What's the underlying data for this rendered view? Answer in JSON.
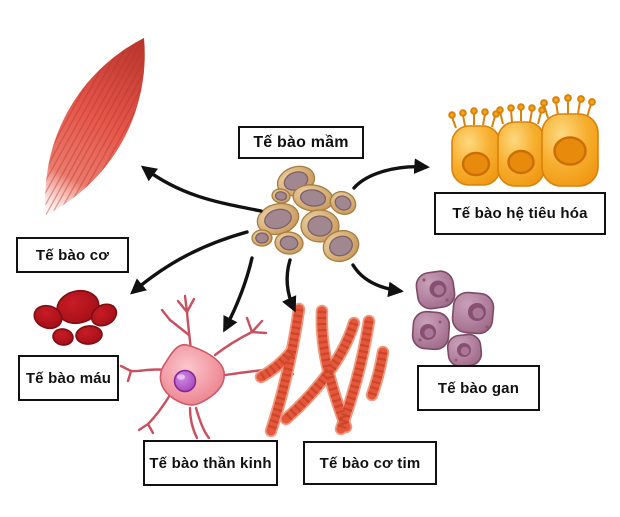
{
  "figure": {
    "type": "cell-differentiation-diagram",
    "center": {
      "id": "stem",
      "label": "Tế bào mầm"
    },
    "branches": [
      {
        "id": "muscle",
        "label": "Tế bào cơ"
      },
      {
        "id": "digestive",
        "label": "Tế bào hệ tiêu hóa"
      },
      {
        "id": "blood",
        "label": "Tế bào máu"
      },
      {
        "id": "nerve",
        "label": "Tế bào thần kinh"
      },
      {
        "id": "cardiac",
        "label": "Tế bào cơ tim"
      },
      {
        "id": "liver",
        "label": "Tế bào gan"
      }
    ],
    "edges": [
      [
        "Tế bào mầm",
        "Tế bào cơ"
      ],
      [
        "Tế bào mầm",
        "Tế bào hệ tiêu hóa"
      ],
      [
        "Tế bào mầm",
        "Tế bào máu"
      ],
      [
        "Tế bào mầm",
        "Tế bào thần kinh"
      ],
      [
        "Tế bào mầm",
        "Tế bào cơ tim"
      ],
      [
        "Tế bào mầm",
        "Tế bào gan"
      ]
    ],
    "colors": {
      "background": "#ffffff",
      "label_border": "#111111",
      "arrow": "#111111",
      "stem_cell_body": "#d4ab72",
      "stem_cell_nucleus": "#a18890",
      "muscle_fiber": "#e35045",
      "digestive_cell": "#f7ae2e",
      "blood_cell": "#b4131c",
      "neuron_body": "#f29aa4",
      "neuron_nucleus": "#9c3bb2",
      "cardiac_fiber": "#e4573b",
      "liver_cell": "#b07f9d"
    }
  }
}
